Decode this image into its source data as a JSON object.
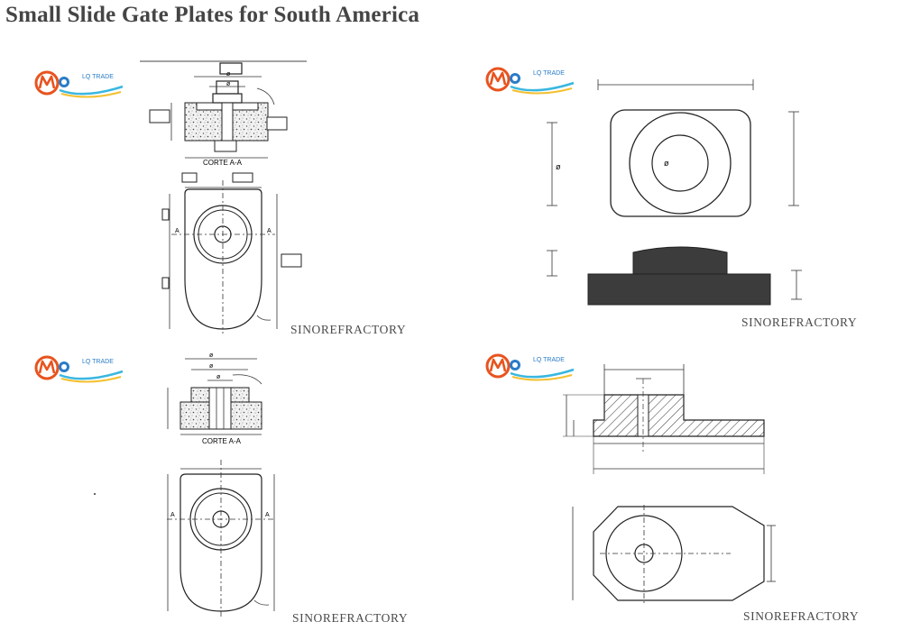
{
  "page": {
    "title": "Small Slide Gate Plates for South America"
  },
  "logo": {
    "text": "LQ TRADE"
  },
  "colors": {
    "ink": "#333333",
    "plate_fill": "#3c3c3c",
    "logo_orange": "#e8531e",
    "logo_blue": "#2a7cc7",
    "logo_cyan": "#39b7e0"
  },
  "panels": [
    {
      "section_label": "CORTE A-A",
      "section_marker": "A",
      "dia_symbol": "ø",
      "watermark": "SINOREFRACTORY"
    },
    {
      "dia_symbol": "ø",
      "watermark": "SINOREFRACTORY"
    },
    {
      "section_label": "CORTE A-A",
      "section_marker": "A",
      "dia_symbol": "ø",
      "watermark": "SINOREFRACTORY"
    },
    {
      "watermark": "SINOREFRACTORY"
    }
  ]
}
